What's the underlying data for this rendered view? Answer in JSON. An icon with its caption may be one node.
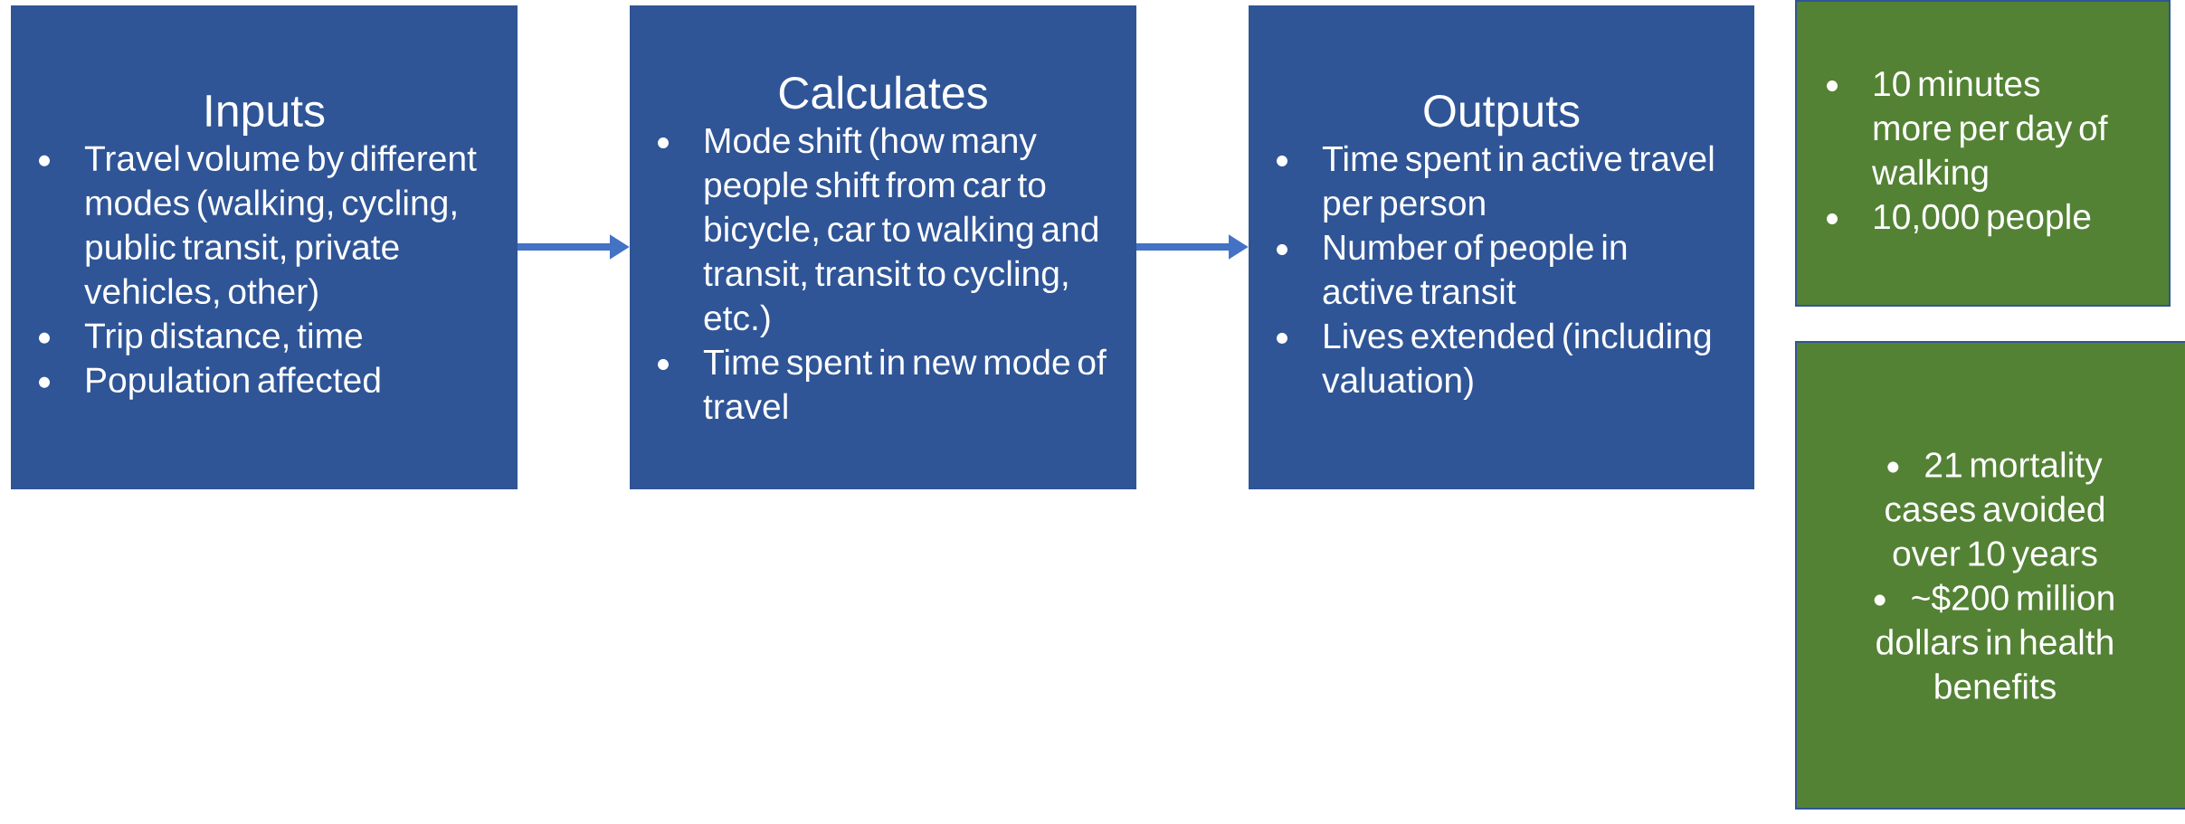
{
  "diagram": {
    "nodes": [
      {
        "text": [
          "Inputs",
          "Travel volume by different modes (walking, cycling, public transit, private vehicles, other)",
          "Trip distance, time",
          "Population affected"
        ]
      },
      {
        "text": [
          "Calculates",
          "Mode shift (how many people shift from car to bicycle, car to walking and transit, transit to cycling, etc.)",
          "Time spent in new mode of travel"
        ]
      },
      {
        "text": [
          "Outputs",
          "Time spent in active travel per person",
          "Number of people in active transit",
          "Lives extended (including valuation)"
        ]
      },
      {
        "text": [
          "10 minutes more per day of walking",
          "10,000 people"
        ]
      },
      {
        "text": [
          "21 mortality cases avoided over 10 years",
          "~$200 million dollars in health benefits"
        ]
      }
    ],
    "edges": [
      {
        "from": 0,
        "to": 1,
        "arrow": "to"
      },
      {
        "from": 1,
        "to": 2,
        "arrow": "to"
      }
    ]
  }
}
